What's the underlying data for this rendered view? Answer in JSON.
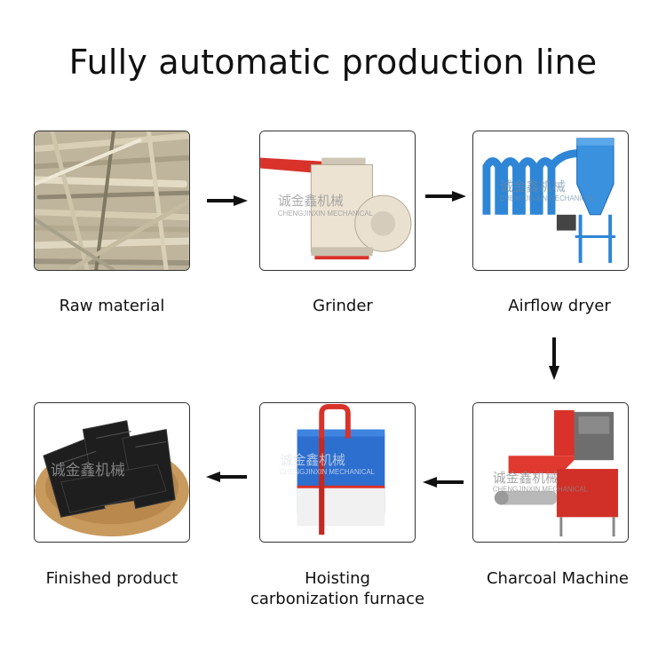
{
  "title": "Fully automatic production line",
  "watermark": {
    "brand_cn": "诚金鑫机械",
    "brand_en": "CHENGJINXIN MECHANICAL"
  },
  "steps": [
    {
      "label": "Raw material",
      "icon": "raw-material-image"
    },
    {
      "label": "Grinder",
      "icon": "grinder-image"
    },
    {
      "label": "Airflow dryer",
      "icon": "airflow-dryer-image"
    },
    {
      "label": "Charcoal Machine",
      "icon": "charcoal-machine-image"
    },
    {
      "label_line1": "Hoisting",
      "label_line2": "carbonization furnace",
      "icon": "carbonization-furnace-image"
    },
    {
      "label": "Finished product",
      "icon": "finished-product-image"
    }
  ],
  "colors": {
    "arrow": "#111111",
    "box_border": "#333333",
    "dryer_blue": "#2f86d6",
    "furnace_blue": "#2d6fcf",
    "machine_red": "#d8322a",
    "grinder_beige": "#ece3d3"
  }
}
